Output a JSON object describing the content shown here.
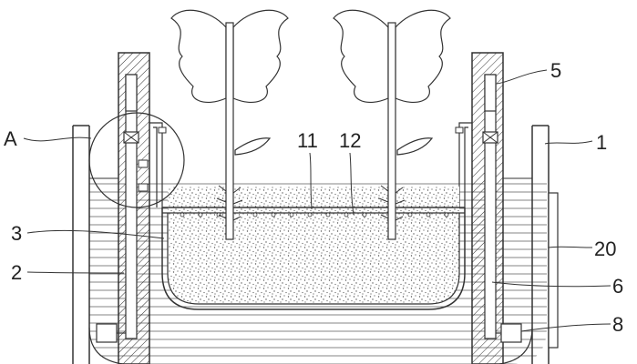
{
  "labels": {
    "A": "A",
    "n1": "1",
    "n2": "2",
    "n3": "3",
    "n5": "5",
    "n6": "6",
    "n8": "8",
    "n11": "11",
    "n12": "12",
    "n20": "20"
  },
  "colors": {
    "line": "#333333",
    "background": "#ffffff",
    "soil_dots": "#555555",
    "water_lines": "#555555"
  },
  "icons": {
    "plants": "plant-icon",
    "hatching": "cross-hatch-pattern"
  }
}
